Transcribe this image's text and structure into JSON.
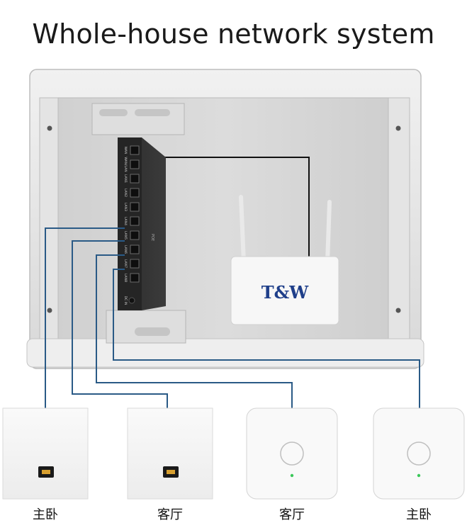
{
  "title": "Whole-house network system",
  "router": {
    "brand": "T&W",
    "subtext": ""
  },
  "switch": {
    "port_labels": [
      "WAN",
      "WAN/LAN",
      "LAN1",
      "LAN2",
      "LAN3",
      "LAN4",
      "LAN5",
      "LAN6",
      "LAN7",
      "LAN8"
    ],
    "side_label": "POE",
    "power_label": "DC IN"
  },
  "endpoints": [
    {
      "type": "wall-panel",
      "label": "主卧"
    },
    {
      "type": "wall-panel",
      "label": "客厅"
    },
    {
      "type": "ceiling-ap",
      "label": "客厅"
    },
    {
      "type": "ceiling-ap",
      "label": "主卧"
    }
  ],
  "colors": {
    "cable": "#2a5a86",
    "wan_cable": "#111111",
    "enclosure": "#e6e6e6",
    "led": "#3cc85a"
  }
}
